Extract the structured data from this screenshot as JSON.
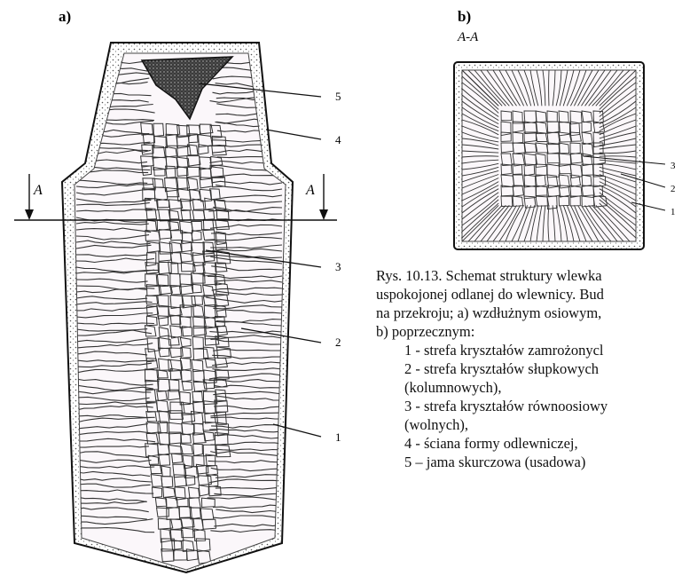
{
  "panel_a": {
    "label": "a)",
    "section_marker": "A",
    "callouts": [
      "5",
      "4",
      "3",
      "2",
      "1"
    ]
  },
  "panel_b": {
    "label": "b)",
    "section_label": "A-A",
    "callouts": [
      "3",
      "2",
      "1"
    ]
  },
  "caption": {
    "lines": [
      "Rys. 10.13. Schemat struktury wlewka",
      "uspokojonej odlanej do wlewnicy. Bud",
      "na przekroju; a) wzdłużnym osiowym,",
      "b) poprzecznym:"
    ],
    "legend": [
      "1 - strefa kryształów zamrożonycl",
      "2 - strefa kryształów słupkowych",
      "(kolumnowych),",
      "3 - strefa kryształów równoosiowy",
      "(wolnych),",
      "4 - ściana formy odlewniczej,",
      "5 – jama skurczowa (usadowa)"
    ]
  }
}
